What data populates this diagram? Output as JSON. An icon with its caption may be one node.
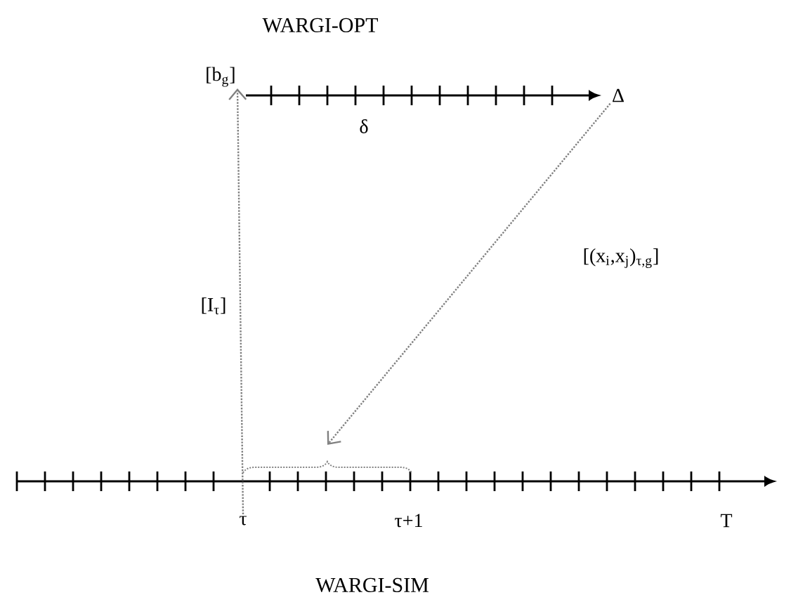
{
  "diagram": {
    "nodes": [
      {
        "text": [
          "[b$_{g}$]"
        ]
      },
      {
        "text": [
          "Δ"
        ]
      },
      {
        "text": [
          "τ"
        ]
      },
      {
        "text": [],
        "shape": "bracket"
      }
    ],
    "edges": [
      {
        "from": 2,
        "to": 0,
        "arrow": "to",
        "label": "[I$_{τ}$]",
        "style": "dashed"
      },
      {
        "from": 1,
        "to": 3,
        "arrow": "to",
        "label": "[(x$_{i}$,x$_{j}$)$_{τ,g}$]",
        "style": "dashed"
      }
    ],
    "labels": [
      "WARGI-OPT",
      "δ",
      "τ+1",
      "T",
      "WARGI-SIM"
    ]
  }
}
